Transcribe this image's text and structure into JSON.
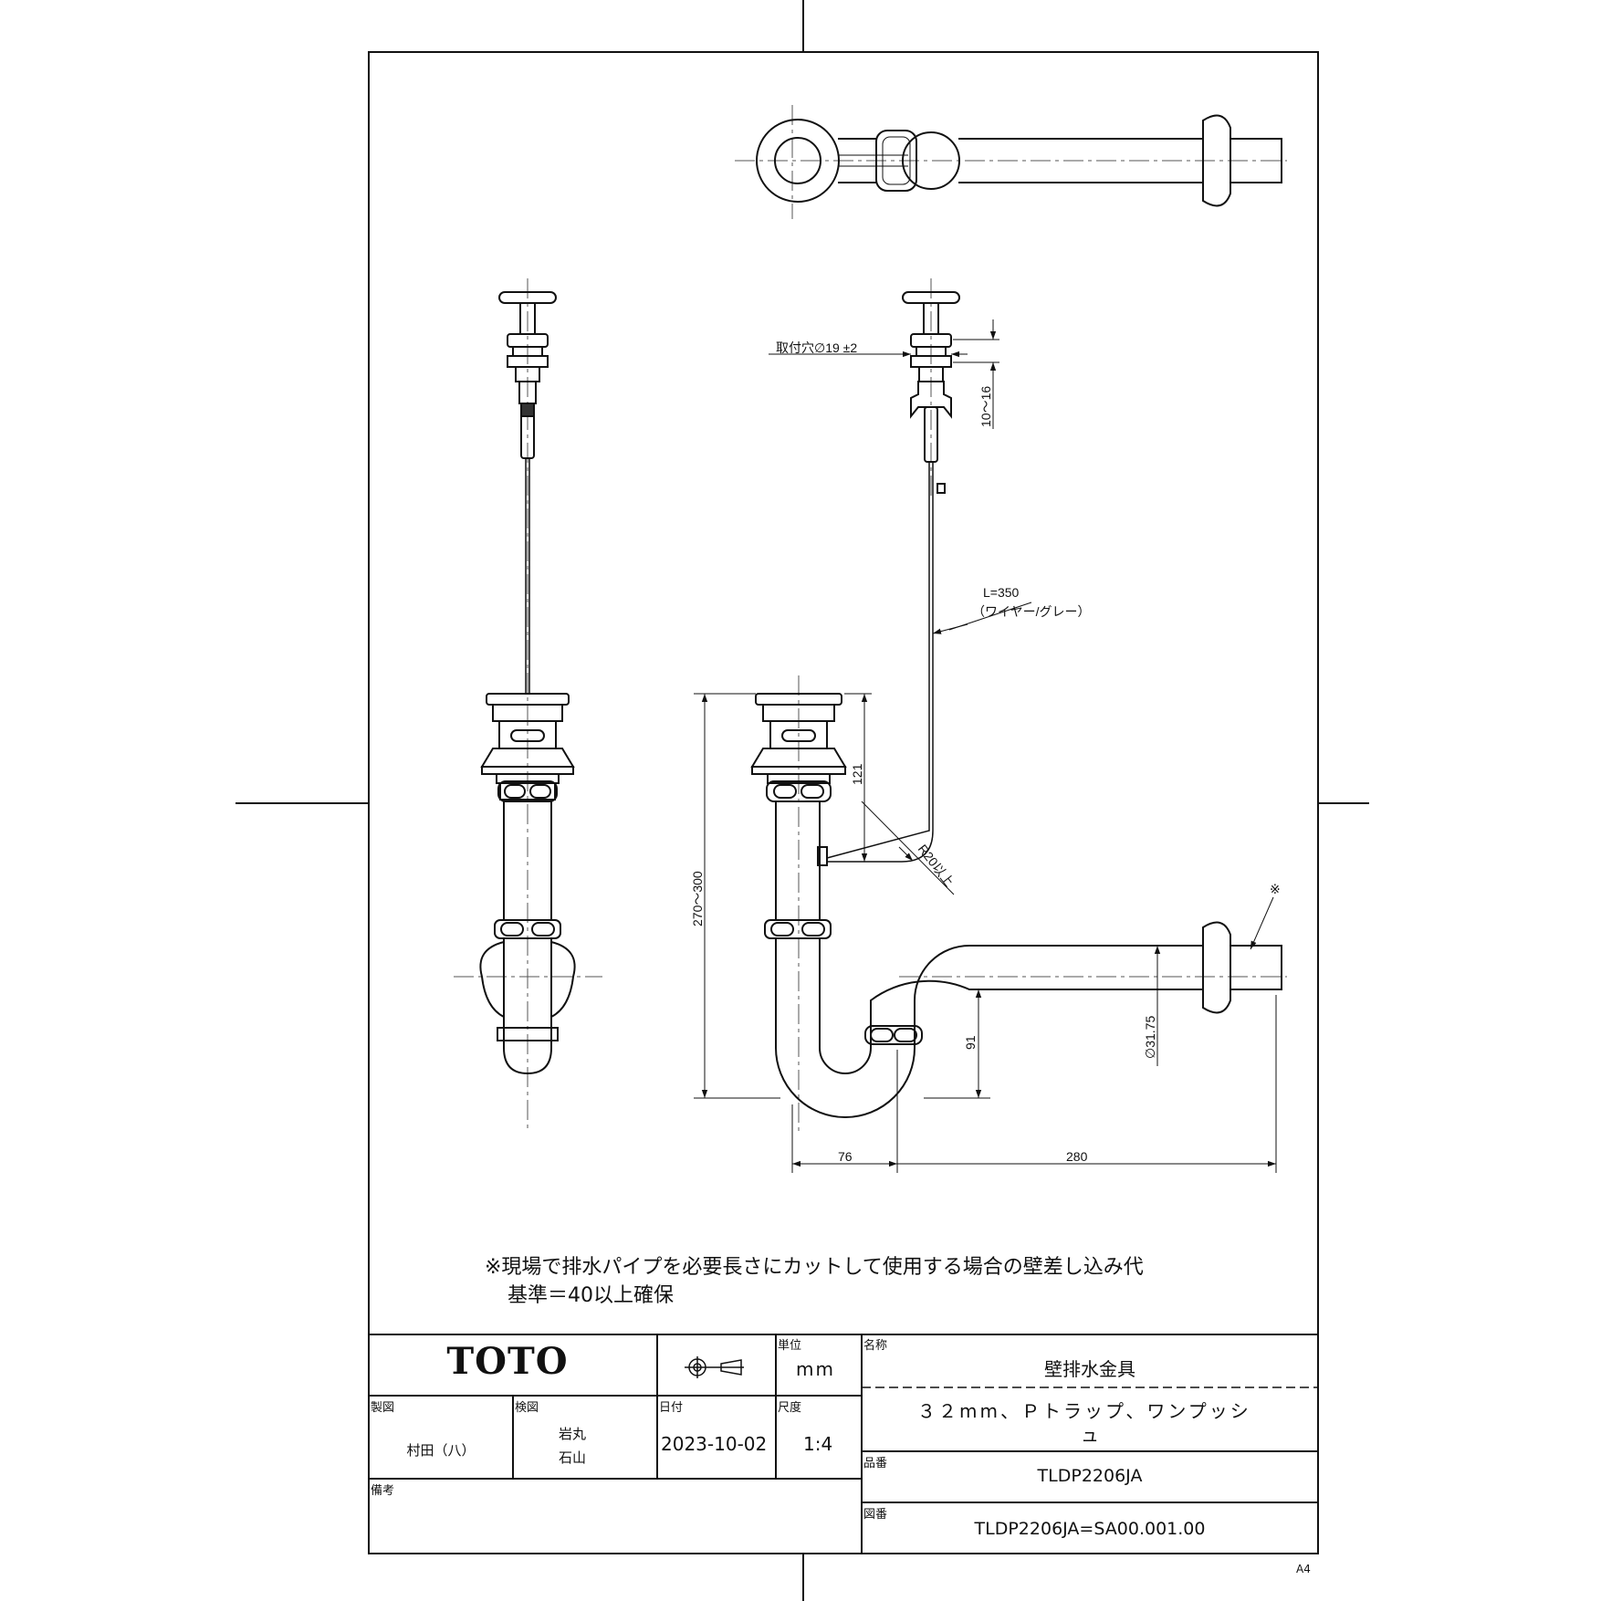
{
  "drawing": {
    "dimensions": {
      "mounting_hole": "取付穴∅19  ±2",
      "thickness": "10～16",
      "wire_length": "L=350",
      "wire_desc": "（ワイヤー/グレー）",
      "height_range": "270～300",
      "upper_height": "121",
      "bend_radius": "R20以上",
      "trap_depth": "91",
      "pipe_diameter": "∅31.75",
      "offset": "76",
      "length": "280",
      "mark": "※"
    },
    "note": {
      "line1": "※現場で排水パイプを必要長さにカットして使用する場合の壁差し込み代",
      "line2": "基準＝40以上確保"
    }
  },
  "title_block": {
    "brand": "TOTO",
    "unit_label": "単位",
    "unit_value": "mm",
    "name_label": "名称",
    "name_value": "壁排水金具",
    "description_line1": "３２mm、Ｐトラップ、ワンプッシ",
    "description_line2": "ュ",
    "drawn_label": "製図",
    "drawn_value": "村田（八）",
    "checked_label": "検図",
    "checked_value1": "岩丸",
    "checked_value2": "石山",
    "date_label": "日付",
    "date_value": "2023-10-02",
    "scale_label": "尺度",
    "scale_value": "1:4",
    "part_label": "品番",
    "part_value": "TLDP2206JA",
    "drawing_no_label": "図番",
    "drawing_no_value": "TLDP2206JA=SA00.001.00",
    "remarks_label": "備考",
    "paper_size": "A4"
  }
}
